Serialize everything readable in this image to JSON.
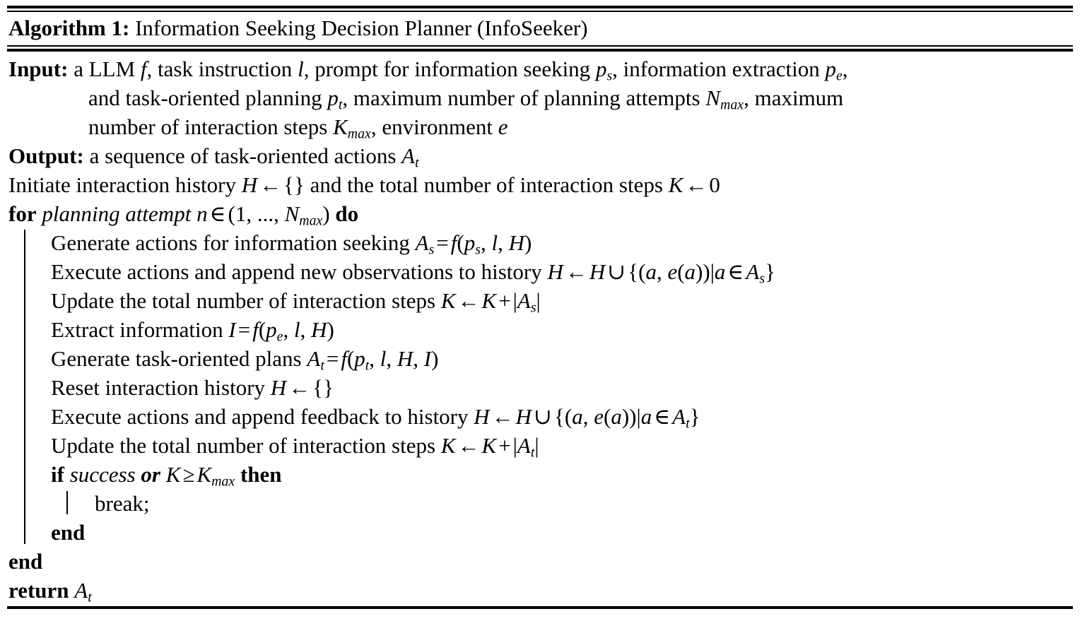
{
  "algorithm": {
    "number_label": "Algorithm 1:",
    "title": "Information Seeking Decision Planner (InfoSeeker)",
    "input_label": "Input:",
    "input_line1_a": "a LLM ",
    "input_line1_f": "f",
    "input_line1_b": ", task instruction ",
    "input_line1_l": "l",
    "input_line1_c": ", prompt for information seeking ",
    "input_line1_ps": "p",
    "input_line1_ps_sub": "s",
    "input_line1_d": ", information extraction ",
    "input_line1_pe": "p",
    "input_line1_pe_sub": "e",
    "input_line1_e": ",",
    "input_line2_a": "and task-oriented planning ",
    "input_line2_pt": "p",
    "input_line2_pt_sub": "t",
    "input_line2_b": ", maximum number of planning attempts ",
    "input_line2_N": "N",
    "input_line2_N_sub": "max",
    "input_line2_c": ", maximum",
    "input_line3_a": "number of interaction steps ",
    "input_line3_K": "K",
    "input_line3_K_sub": "max",
    "input_line3_b": ", environment ",
    "input_line3_e": "e",
    "output_label": "Output:",
    "output_text": "a sequence of task-oriented actions ",
    "output_A": "A",
    "output_A_sub": "t",
    "initiate_a": "Initiate interaction history ",
    "initiate_H": "H",
    "initiate_arrow": "←",
    "initiate_empty": "{}",
    "initiate_b": " and the total number of interaction steps ",
    "initiate_K": "K",
    "initiate_arrow2": "←",
    "initiate_zero": "0",
    "for_kw": "for",
    "for_italic": "planning attempt",
    "for_n": "n",
    "for_in": "∈",
    "for_range_open": "(1, ..., ",
    "for_N": "N",
    "for_N_sub": "max",
    "for_range_close": ")",
    "do_kw": "do",
    "step1_text": "Generate actions for information seeking ",
    "step1_As": "A",
    "step1_As_sub": "s",
    "step1_eq": "=",
    "step1_f": "f",
    "step1_args_open": "(",
    "step1_ps": "p",
    "step1_ps_sub": "s",
    "step1_comma1": ", ",
    "step1_l": "l",
    "step1_comma2": ", ",
    "step1_H": "H",
    "step1_args_close": ")",
    "step2_text": "Execute actions and append new observations to history ",
    "step2_H1": "H",
    "step2_arrow": "←",
    "step2_H2": "H",
    "step2_cup": "∪",
    "step2_set_open": "{(",
    "step2_a1": "a",
    "step2_comma": ", ",
    "step2_e": "e",
    "step2_ea_open": "(",
    "step2_a2": "a",
    "step2_ea_close": "))",
    "step2_bar": "|",
    "step2_a3": "a",
    "step2_in": "∈",
    "step2_A": "A",
    "step2_A_sub": "s",
    "step2_set_close": "}",
    "step3_text": "Update the total number of interaction steps ",
    "step3_K1": "K",
    "step3_arrow": "←",
    "step3_K2": "K",
    "step3_plus": "+",
    "step3_abs_open": "|",
    "step3_A": "A",
    "step3_A_sub": "s",
    "step3_abs_close": "|",
    "step4_text": "Extract information ",
    "step4_I": "I",
    "step4_eq": "=",
    "step4_f": "f",
    "step4_open": "(",
    "step4_pe": "p",
    "step4_pe_sub": "e",
    "step4_c1": ", ",
    "step4_l": "l",
    "step4_c2": ", ",
    "step4_H": "H",
    "step4_close": ")",
    "step5_text": "Generate task-oriented plans ",
    "step5_At": "A",
    "step5_At_sub": "t",
    "step5_eq": "=",
    "step5_f": "f",
    "step5_open": "(",
    "step5_pt": "p",
    "step5_pt_sub": "t",
    "step5_c1": ", ",
    "step5_l": "l",
    "step5_c2": ", ",
    "step5_H": "H",
    "step5_c3": ", ",
    "step5_I": "I",
    "step5_close": ")",
    "step6_text": "Reset interaction history ",
    "step6_H": "H",
    "step6_arrow": "←",
    "step6_empty": "{}",
    "step7_text": "Execute actions and append feedback to history ",
    "step7_H1": "H",
    "step7_arrow": "←",
    "step7_H2": "H",
    "step7_cup": "∪",
    "step7_set_open": "{(",
    "step7_a1": "a",
    "step7_comma": ", ",
    "step7_e": "e",
    "step7_ea_open": "(",
    "step7_a2": "a",
    "step7_ea_close": "))",
    "step7_bar": "|",
    "step7_a3": "a",
    "step7_in": "∈",
    "step7_A": "A",
    "step7_A_sub": "t",
    "step7_set_close": "}",
    "step8_text": "Update the total number of interaction steps ",
    "step8_K1": "K",
    "step8_arrow": "←",
    "step8_K2": "K",
    "step8_plus": "+",
    "step8_abs_open": "|",
    "step8_A": "A",
    "step8_A_sub": "t",
    "step8_abs_close": "|",
    "if_kw": "if",
    "if_success": "success",
    "if_or": "or",
    "if_K": "K",
    "if_geq": "≥",
    "if_Kmax": "K",
    "if_Kmax_sub": "max",
    "then_kw": "then",
    "break_text": "break;",
    "end_inner": "end",
    "end_outer": "end",
    "return_kw": "return",
    "return_A": "A",
    "return_A_sub": "t"
  },
  "colors": {
    "text": "#000000",
    "rule": "#000000",
    "background": "#ffffff"
  }
}
